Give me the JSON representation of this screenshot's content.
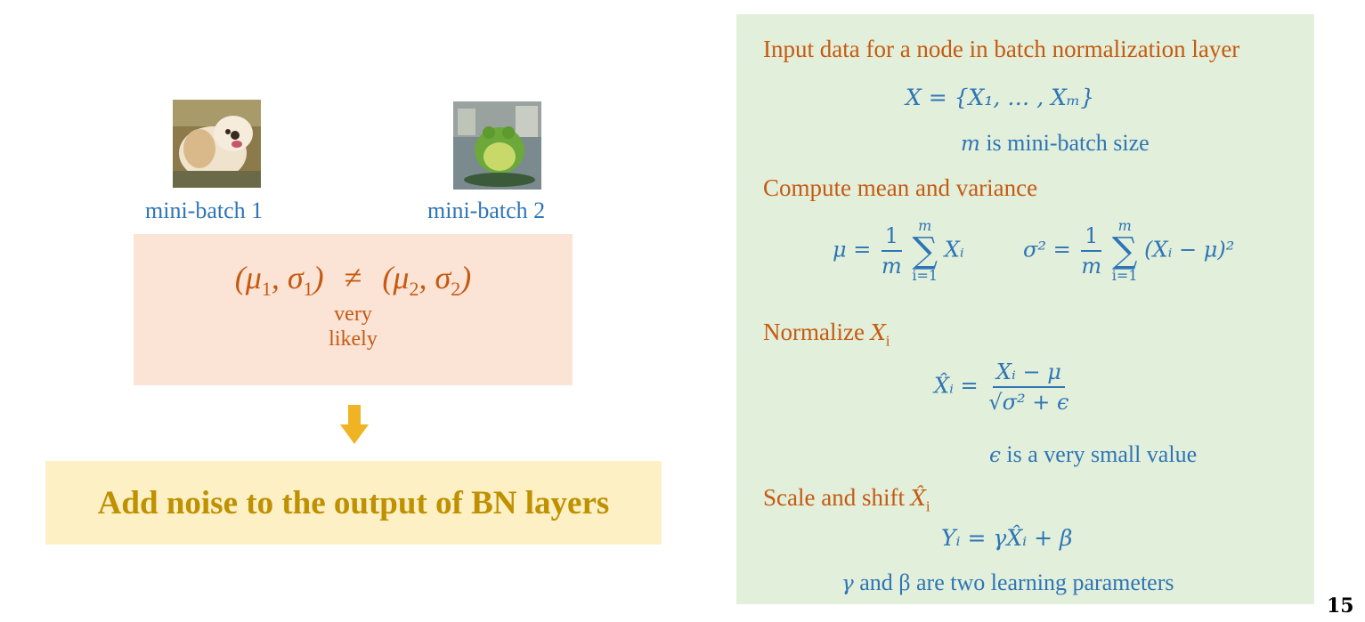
{
  "left": {
    "images": [
      {
        "alt": "dog image",
        "label": "mini-batch 1"
      },
      {
        "alt": "frog image",
        "label": "mini-batch 2"
      }
    ],
    "stats": {
      "lhs": "(μ",
      "lhs_sub1": "1",
      "lhs_mid": ", σ",
      "lhs_sub2": "1",
      "lhs_end": ")",
      "neq": "≠",
      "rhs": "(μ",
      "rhs_sub1": "2",
      "rhs_mid": ", σ",
      "rhs_sub2": "2",
      "rhs_end": ")",
      "note_line1": "very",
      "note_line2": "likely"
    },
    "noise_text": "Add noise to the output of BN layers"
  },
  "panel": {
    "h1": "Input data for a node in batch normalization layer",
    "f1": "X = {X₁, … , Xₘ}",
    "n1_var": "m",
    "n1_text": " is mini-batch size",
    "h2": "Compute mean and variance",
    "mu_lhs": "μ =",
    "one": "1",
    "m": "m",
    "sum_top": "m",
    "sum_sym": "∑",
    "sum_bot": "i=1",
    "mu_term": "Xᵢ",
    "var_lhs": "σ² =",
    "var_term": "(Xᵢ − μ)²",
    "h3_text": "Normalize ",
    "h3_var": "X",
    "h3_sub": "i",
    "norm_lhs": "X̂ᵢ =",
    "norm_num": "Xᵢ − μ",
    "norm_den": "√σ² + ϵ",
    "n2_var": "ϵ",
    "n2_text": " is a very small value",
    "h4_text": "Scale and shift ",
    "h4_var": "X̂",
    "h4_sub": "i",
    "f4": "Yᵢ = γX̂ᵢ + β",
    "n3_var": "γ",
    "n3_text": " and β are two learning parameters"
  },
  "page_number": "15",
  "colors": {
    "orange_text": "#c55a11",
    "blue_text": "#2e75b6",
    "gold_text": "#bf9000",
    "panel_bg": "#e2efda",
    "stat_bg": "#fbe3d6",
    "noise_bg": "#fdf0c4",
    "arrow": "#f0b323"
  }
}
